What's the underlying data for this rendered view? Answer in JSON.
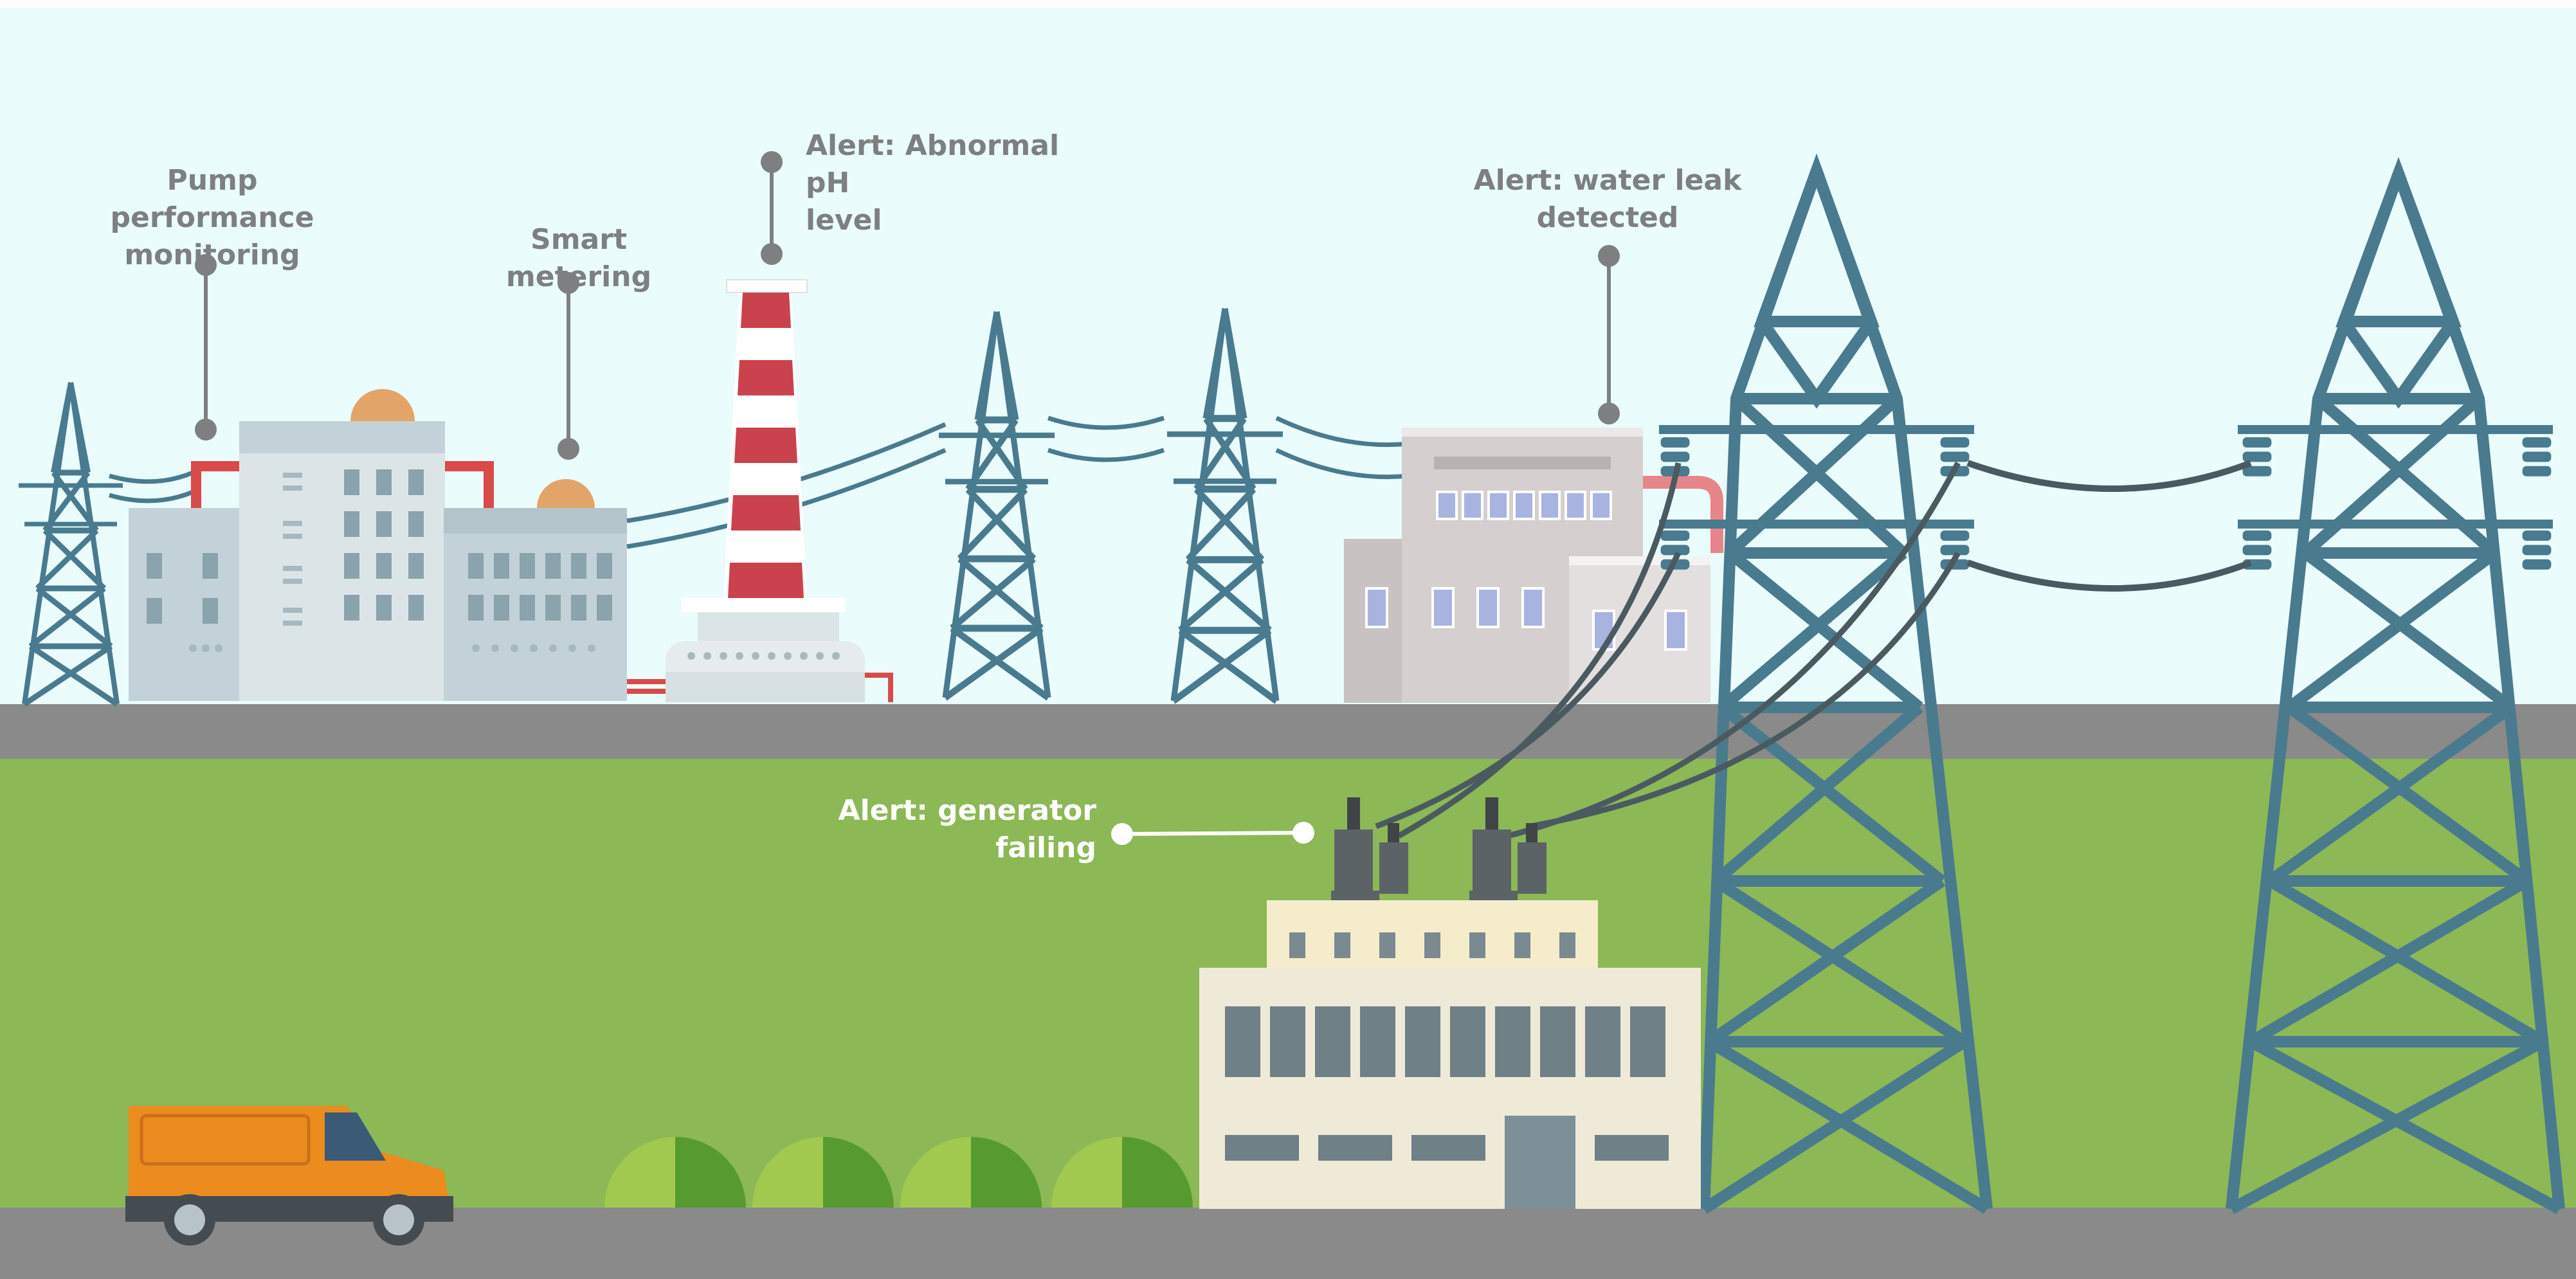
{
  "callouts": {
    "pump": "Pump performance\nmonitoring",
    "metering": "Smart metering",
    "ph": "Alert: Abnormal pH\nlevel",
    "leak": "Alert: water leak\ndetected",
    "generator": "Alert: generator\nfailing"
  },
  "colors": {
    "sky": "#eafcfc",
    "grass": "#8cb856",
    "road": "#8a8a8a",
    "tower": "#4a7a8e",
    "van": "#ec8b1e",
    "stack_red": "#c9424d",
    "alert_line": "#7d7f80"
  },
  "icons": [
    "transmission-tower-icon",
    "factory-icon",
    "chimney-icon",
    "van-icon",
    "bush-icon",
    "substation-icon"
  ]
}
